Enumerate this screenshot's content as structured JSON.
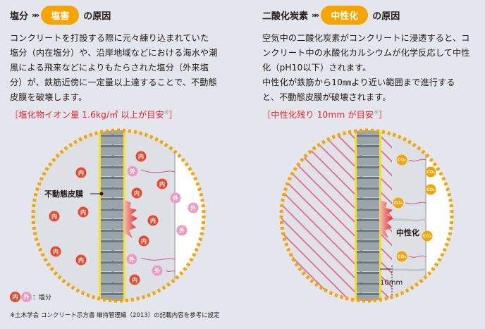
{
  "left": {
    "title_prefix": "塩分",
    "chevrons": "»»",
    "pill": "塩害",
    "title_suffix": "の原因",
    "lines": [
      "コンクリートを打設する際に元々練り込まれていた",
      "塩分（内在塩分）や、沿岸地域などにおける海水や潮",
      "風による飛来などによりもたらされた塩分（外来塩",
      "分）が、鉄筋近傍に一定量以上達することで、不動態",
      "皮膜を破壊します。"
    ],
    "criterion": "［塩化物イオン量 1.6kg/㎥ 以上が目安",
    "criterion_note": "※",
    "criterion_end": "］",
    "callout": "不動態皮膜",
    "inner_label": "内",
    "outer_label": "外"
  },
  "right": {
    "title_prefix": "二酸化炭素",
    "chevrons": "»»",
    "pill": "中性化",
    "title_suffix": "の原因",
    "lines": [
      "空気中の二酸化炭素がコンクリートに浸透すると、コ",
      "ンクリート中の水酸化カルシウムが化学反応して中性",
      "化（pH10以下）されます。",
      "中性化が鉄筋から10㎜より近い範囲まで進行する",
      "と、不動態皮膜が破壊されます。"
    ],
    "criterion": "［中性化残り 10mm が目安",
    "criterion_note": "※",
    "criterion_end": "］",
    "callout": "中性化",
    "dimension": "10mm",
    "co2_label": "CO₂"
  },
  "legend": {
    "inner": "内",
    "outer": "外",
    "text": "：塩分"
  },
  "footnote": "※土木学会 コンクリート示方書 維持管理編（2013）の記載内容を参考に設定",
  "colors": {
    "accent": "#f5a400",
    "red": "#e8242d",
    "inner": "#e8482c",
    "outer": "#ee9ac0"
  }
}
